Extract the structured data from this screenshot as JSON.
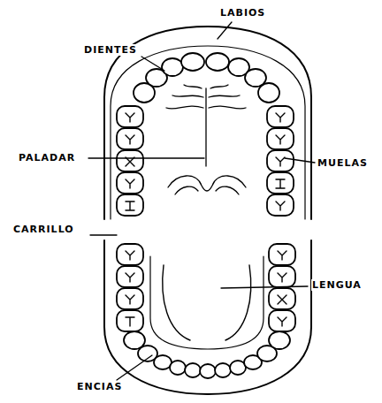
{
  "diagram": {
    "labels": [
      "LABIOS",
      "DIENTES",
      "PALADAR",
      "MUELAS",
      "CARRILLO",
      "LENGUA",
      "ENCIAS"
    ]
  }
}
